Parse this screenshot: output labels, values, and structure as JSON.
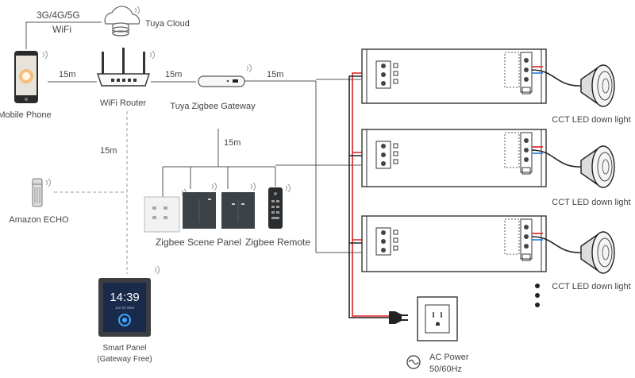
{
  "labels": {
    "cellular": "3G/4G/5G",
    "wifi": "WiFi",
    "cloud": "Tuya Cloud",
    "phone": "Mobile Phone",
    "router": "WiFi Router",
    "gateway": "Tuya Zigbee Gateway",
    "echo": "Amazon ECHO",
    "scene_panel": "Zigbee Scene Panel",
    "remote": "Zigbee Remote",
    "smart_panel_line1": "Smart Panel",
    "smart_panel_line2": "(Gateway Free)",
    "ac_power_line1": "AC Power",
    "ac_power_line2": "50/60Hz",
    "light": "CCT LED down light"
  },
  "distances": {
    "phone_router": "15m",
    "router_gateway": "15m",
    "gateway_drivers": "15m",
    "router_panel": "15m",
    "gateway_devices": "15m"
  },
  "smart_panel_screen": {
    "time": "14:39",
    "subtitle": "Jan 03 Wed"
  },
  "colors": {
    "line": "#555555",
    "dashed": "#9a9a9a",
    "wire_red": "#d62020",
    "wire_dark": "#222222",
    "wire_blue": "#2a7bd6",
    "panel_dark": "#3d4247",
    "panel_white": "#f2f2f2",
    "screen_bg": "#1a2a4a"
  }
}
